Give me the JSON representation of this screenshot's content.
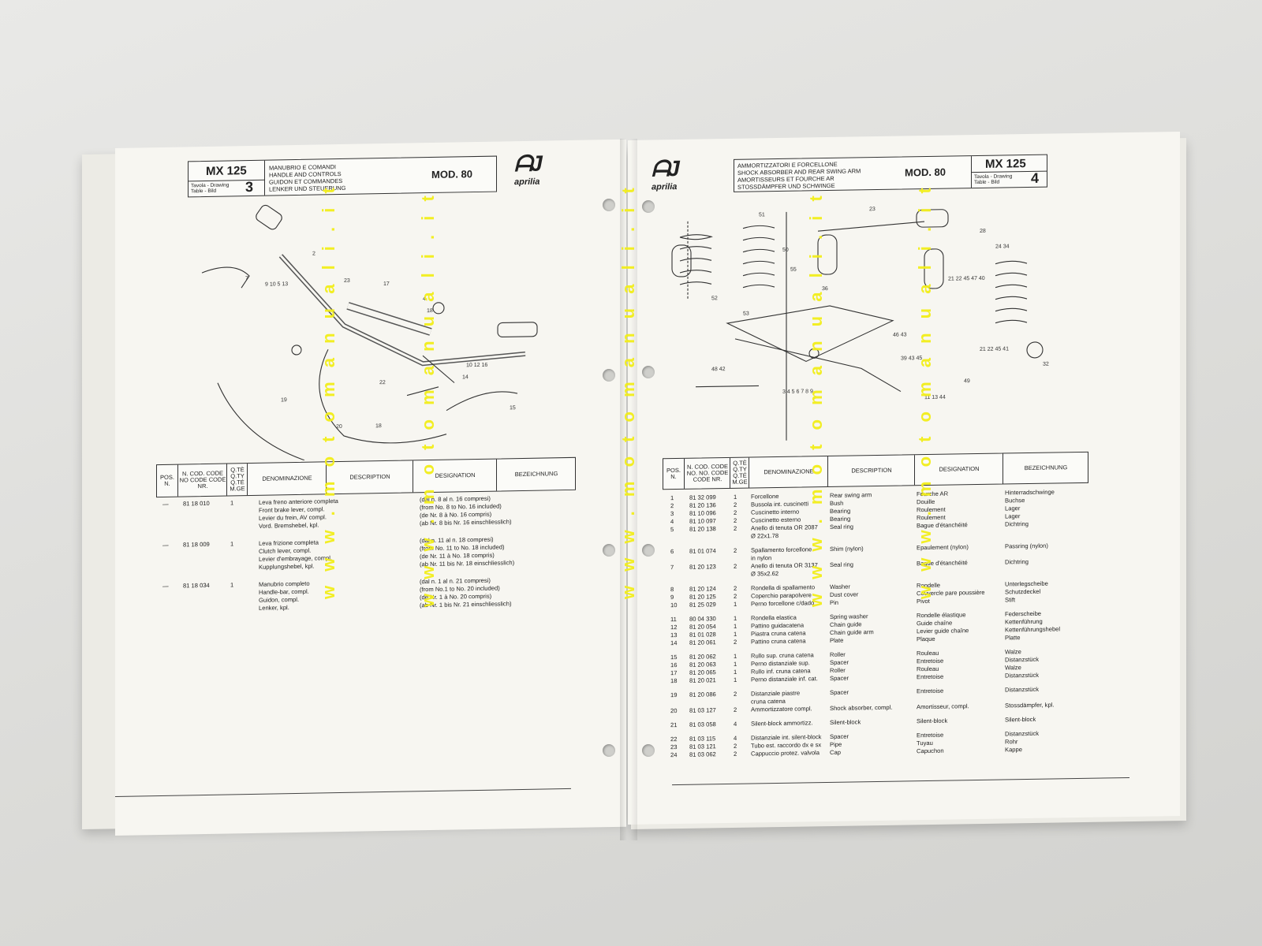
{
  "left": {
    "header": {
      "model": "MX 125",
      "tavola_label_1": "Tavola - Drawing",
      "tavola_label_2": "Table - Bild",
      "table_number": "3",
      "title_it": "MANUBRIO E COMANDI",
      "title_en": "HANDLE AND CONTROLS",
      "title_fr": "GUIDON ET COMMANDES",
      "title_de": "LENKER UND STEUERUNG",
      "mod": "MOD. 80"
    },
    "logo_word": "aprilia",
    "table_header": [
      "POS. N.",
      "N. COD. CODE No CODE CODE Nr.",
      "Q.tè Q.ty Q.té M.ge",
      "DENOMINAZIONE",
      "DESCRIPTION",
      "DESIGNATION",
      "BEZEICHNUNG"
    ],
    "rows": [
      {
        "pos": "—",
        "code": "81 18 010",
        "qty": "1",
        "it": "Leva freno anteriore completa",
        "en": "Front brake lever, compl.",
        "fr": "Levier du frein, AV compl.",
        "de": "Vord. Bremshebel, kpl.",
        "n1": "(dal n. 8 al n. 16 compresi)",
        "n2": "(from No. 8 to No. 16 included)",
        "n3": "(de Nr. 8 à No. 16 compris)",
        "n4": "(ab Nr. 8 bis Nr. 16 einschliesslich)"
      },
      {
        "pos": "—",
        "code": "81 18 009",
        "qty": "1",
        "it": "Leva frizione completa",
        "en": "Clutch lever, compl.",
        "fr": "Levier d'embrayage, compl.",
        "de": "Kupplungshebel, kpl.",
        "n1": "(dal n. 11 al n. 18 compresi)",
        "n2": "(from No. 11 to No. 18 included)",
        "n3": "(de Nr. 11 à No. 18 compris)",
        "n4": "(ab Nr. 11 bis Nr. 18 einschliesslich)"
      },
      {
        "pos": "—",
        "code": "81 18 034",
        "qty": "1",
        "it": "Manubrio completo",
        "en": "Handle-bar, compl.",
        "fr": "Guidon, compl.",
        "de": "Lenker, kpl.",
        "n1": "(dal n. 1 al n. 21 compresi)",
        "n2": "(from No.1 to No. 20 included)",
        "n3": "(de Nr. 1 à No. 20 compris)",
        "n4": "(ab Nr. 1 bis Nr. 21 einschliesslich)"
      }
    ]
  },
  "right": {
    "header": {
      "model": "MX 125",
      "tavola_label_1": "Tavola - Drawing",
      "tavola_label_2": "Table - Bild",
      "table_number": "4",
      "title_it": "AMMORTIZZATORI E FORCELLONE",
      "title_en": "SHOCK ABSORBER AND REAR SWING ARM",
      "title_fr": "AMORTISSEURS ET FOURCHE AR",
      "title_de": "STOSSDÄMPFER UND SCHWINGE",
      "mod": "MOD. 80"
    },
    "logo_word": "aprilia",
    "table_header": [
      "POS. N.",
      "N. COD. CODE No. No. CODE CODE Nr.",
      "Q.tè Q.ty Q.té M.ge",
      "DENOMINAZIONE",
      "DESCRIPTION",
      "DESIGNATION",
      "BEZEICHNUNG"
    ],
    "rows": [
      {
        "pos": "1",
        "code": "81 32 099",
        "qty": "1",
        "it": "Forcellone",
        "en": "Rear swing arm",
        "fr": "Fourche AR",
        "de": "Hinterradschwinge"
      },
      {
        "pos": "2",
        "code": "81 20 136",
        "qty": "2",
        "it": "Bussola int. cuscinetti",
        "en": "Bush",
        "fr": "Douille",
        "de": "Buchse"
      },
      {
        "pos": "3",
        "code": "81 10 096",
        "qty": "2",
        "it": "Cuscinetto interno",
        "en": "Bearing",
        "fr": "Roulement",
        "de": "Lager"
      },
      {
        "pos": "4",
        "code": "81 10 097",
        "qty": "2",
        "it": "Cuscinetto esterno",
        "en": "Bearing",
        "fr": "Roulement",
        "de": "Lager"
      },
      {
        "pos": "5",
        "code": "81 20 138",
        "qty": "2",
        "it": "Anello di tenuta OR 2087",
        "en": "Seal ring",
        "fr": "Bague d'étanchéité",
        "de": "Dichtring",
        "it2": "Ø 22x1.78"
      },
      {
        "pos": "6",
        "code": "81 01 074",
        "qty": "2",
        "it": "Spallamento forcellone",
        "en": "Shim (nylon)",
        "fr": "Epaulement (nylon)",
        "de": "Passring (nylon)",
        "it2": "in nylon"
      },
      {
        "pos": "7",
        "code": "81 20 123",
        "qty": "2",
        "it": "Anello di tenuta OR 3137",
        "en": "Seal ring",
        "fr": "Bague d'étanchéité",
        "de": "Dichtring",
        "it2": "Ø 35x2.62"
      },
      {
        "pos": "8",
        "code": "81 20 124",
        "qty": "2",
        "it": "Rondella di spallamento",
        "en": "Washer",
        "fr": "Rondelle",
        "de": "Unterlegscheibe"
      },
      {
        "pos": "9",
        "code": "81 20 125",
        "qty": "2",
        "it": "Coperchio parapolvere",
        "en": "Dust cover",
        "fr": "Couvercle pare poussière",
        "de": "Schutzdeckel"
      },
      {
        "pos": "10",
        "code": "81 25 029",
        "qty": "1",
        "it": "Perno forcellone c/dado",
        "en": "Pin",
        "fr": "Pivot",
        "de": "Stift"
      },
      {
        "pos": "11",
        "code": "80 04 330",
        "qty": "1",
        "it": "Rondella elastica",
        "en": "Spring washer",
        "fr": "Rondelle élastique",
        "de": "Federscheibe"
      },
      {
        "pos": "12",
        "code": "81 20 054",
        "qty": "1",
        "it": "Pattino guidacatena",
        "en": "Chain guide",
        "fr": "Guide chaîne",
        "de": "Kettenführung"
      },
      {
        "pos": "13",
        "code": "81 01 028",
        "qty": "1",
        "it": "Piastra cruna catena",
        "en": "Chain guide arm",
        "fr": "Levier guide chaîne",
        "de": "Kettenführungshebel"
      },
      {
        "pos": "14",
        "code": "81 20 061",
        "qty": "2",
        "it": "Pattino cruna catena",
        "en": "Plate",
        "fr": "Plaque",
        "de": "Platte"
      },
      {
        "pos": "15",
        "code": "81 20 062",
        "qty": "1",
        "it": "Rullo sup. cruna catena",
        "en": "Roller",
        "fr": "Rouleau",
        "de": "Walze"
      },
      {
        "pos": "16",
        "code": "81 20 063",
        "qty": "1",
        "it": "Perno distanziale sup.",
        "en": "Spacer",
        "fr": "Entretoise",
        "de": "Distanzstück"
      },
      {
        "pos": "17",
        "code": "81 20 065",
        "qty": "1",
        "it": "Rullo inf. cruna catena",
        "en": "Roller",
        "fr": "Rouleau",
        "de": "Walze"
      },
      {
        "pos": "18",
        "code": "81 20 021",
        "qty": "1",
        "it": "Perno distanziale inf. cat.",
        "en": "Spacer",
        "fr": "Entretoise",
        "de": "Distanzstück"
      },
      {
        "pos": "19",
        "code": "81 20 086",
        "qty": "2",
        "it": "Distanziale piastre",
        "en": "Spacer",
        "fr": "Entretoise",
        "de": "Distanzstück",
        "it2": "cruna catena"
      },
      {
        "pos": "20",
        "code": "81 03 127",
        "qty": "2",
        "it": "Ammortizzatore compl.",
        "en": "Shock absorber, compl.",
        "fr": "Amortisseur, compl.",
        "de": "Stossdämpfer, kpl."
      },
      {
        "pos": "21",
        "code": "81 03 058",
        "qty": "4",
        "it": "Silent-block ammortizz.",
        "en": "Silent-block",
        "fr": "Silent-block",
        "de": "Silent-block"
      },
      {
        "pos": "22",
        "code": "81 03 115",
        "qty": "4",
        "it": "Distanziale int. silent-block",
        "en": "Spacer",
        "fr": "Entretoise",
        "de": "Distanzstück"
      },
      {
        "pos": "23",
        "code": "81 03 121",
        "qty": "2",
        "it": "Tubo est. raccordo dx e sx",
        "en": "Pipe",
        "fr": "Tuyau",
        "de": "Rohr"
      },
      {
        "pos": "24",
        "code": "81 03 062",
        "qty": "2",
        "it": "Cappuccio protez. valvola",
        "en": "Cap",
        "fr": "Capuchon",
        "de": "Kappe"
      }
    ]
  },
  "watermark": "w w w . m o t o m a n u a l i . i t"
}
